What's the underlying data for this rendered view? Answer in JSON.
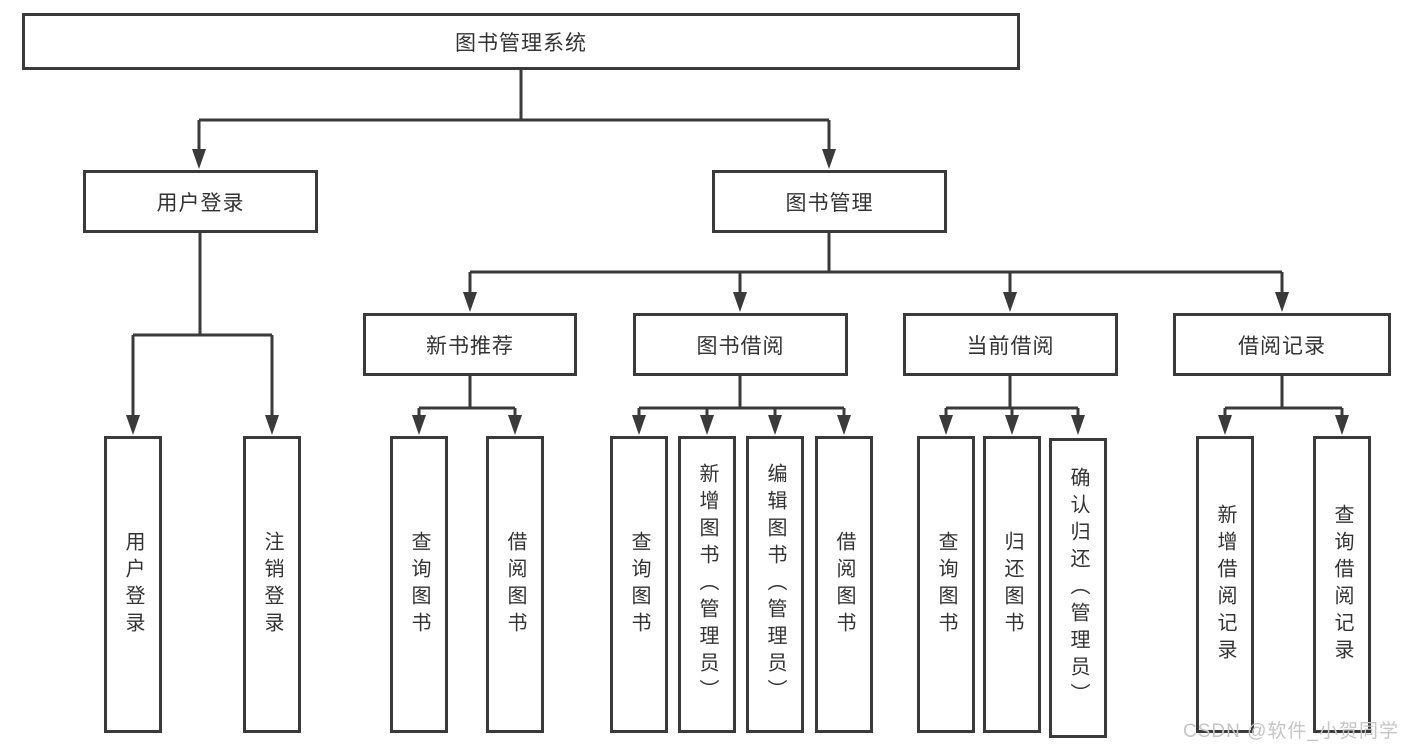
{
  "colors": {
    "line": "#3a3a3a",
    "node_text": "#333333",
    "background": "#ffffff",
    "watermark_text": "#c5c5c5"
  },
  "watermark": {
    "text": "CSDN @软件_小贺同学"
  },
  "tree": {
    "root": {
      "label": "图书管理系统",
      "children": [
        {
          "label": "用户登录",
          "children": [
            {
              "label": "用户登录"
            },
            {
              "label": "注销登录"
            }
          ]
        },
        {
          "label": "图书管理",
          "children": [
            {
              "label": "新书推荐",
              "children": [
                {
                  "label": "查询图书"
                },
                {
                  "label": "借阅图书"
                }
              ]
            },
            {
              "label": "图书借阅",
              "children": [
                {
                  "label": "查询图书"
                },
                {
                  "label": "新增图书（管理员）"
                },
                {
                  "label": "编辑图书（管理员）"
                },
                {
                  "label": "借阅图书"
                }
              ]
            },
            {
              "label": "当前借阅",
              "children": [
                {
                  "label": "查询图书"
                },
                {
                  "label": "归还图书"
                },
                {
                  "label": "确认归还（管理员）"
                }
              ]
            },
            {
              "label": "借阅记录",
              "children": [
                {
                  "label": "新增借阅记录"
                },
                {
                  "label": "查询借阅记录"
                }
              ]
            }
          ]
        }
      ]
    }
  }
}
